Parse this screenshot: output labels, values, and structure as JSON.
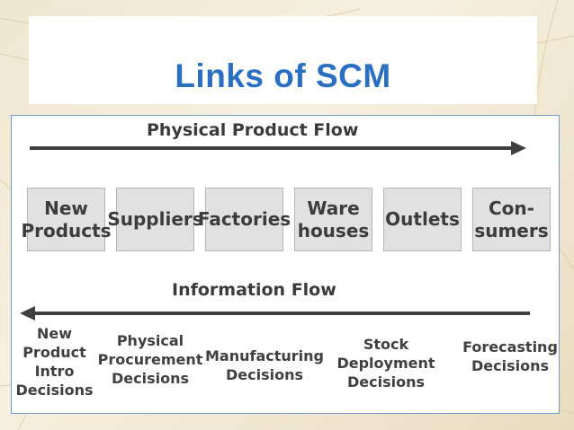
{
  "title": "Links of SCM",
  "physical_flow": "Physical Product Flow",
  "information_flow": "Information Flow",
  "stages": [
    "New\nProducts",
    "Suppliers",
    "Factories",
    "Ware\nhouses",
    "Outlets",
    "Con-\nsumers"
  ],
  "decisions": [
    "New\nProduct\nIntro\nDecisions",
    "Physical\nProcurement\nDecisions",
    "Manufacturing\nDecisions",
    "Stock\nDeployment\nDecisions",
    "Forecasting\nDecisions"
  ],
  "colors": {
    "title": "#2b6fc3",
    "arrow": "#3f3f3f",
    "box_fill": "#e1e1e1",
    "panel_border": "#6f9bd0"
  }
}
